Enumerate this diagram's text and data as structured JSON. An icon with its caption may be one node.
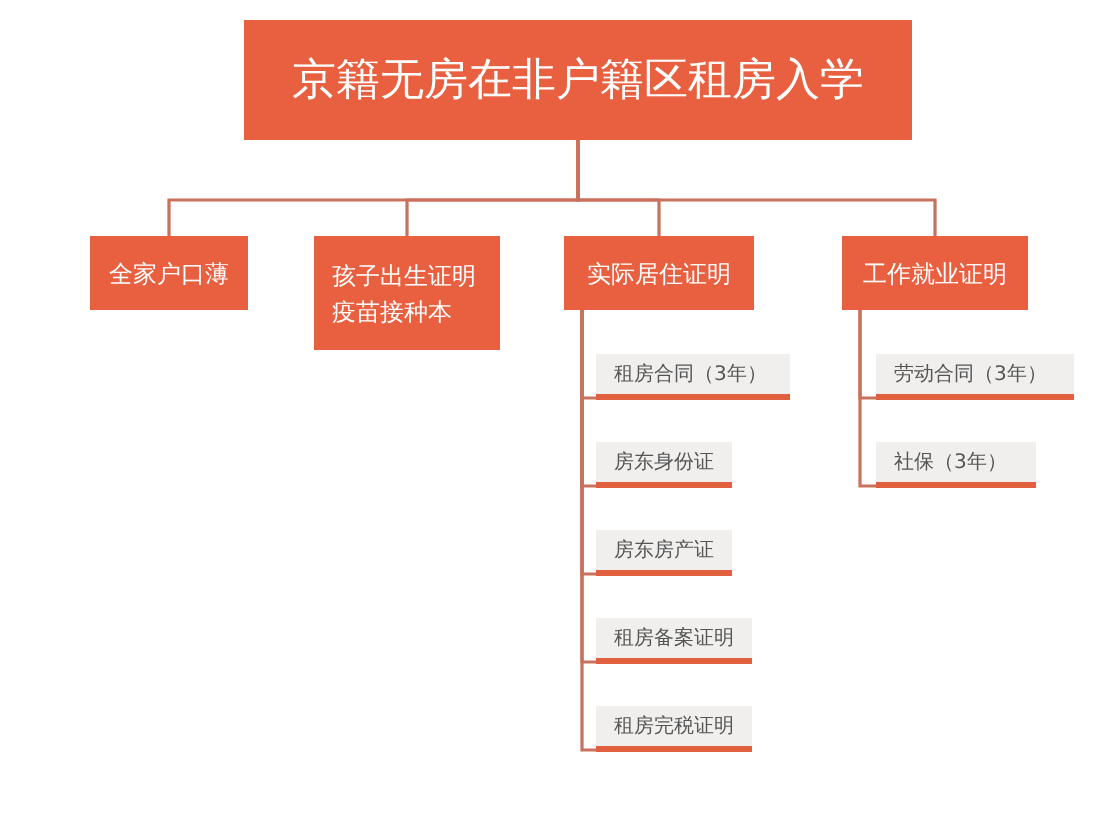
{
  "diagram": {
    "nodes": [
      {
        "text": [
          "京籍无房在非户籍区租房入学"
        ]
      },
      {
        "text": [
          "全家户口薄"
        ]
      },
      {
        "text": [
          "孩子出生证明",
          "疫苗接种本"
        ]
      },
      {
        "text": [
          "实际居住证明"
        ]
      },
      {
        "text": [
          "工作就业证明"
        ]
      },
      {
        "text": [
          "租房合同（3年）"
        ]
      },
      {
        "text": [
          "房东身份证"
        ]
      },
      {
        "text": [
          "房东房产证"
        ]
      },
      {
        "text": [
          "租房备案证明"
        ]
      },
      {
        "text": [
          "租房完税证明"
        ]
      },
      {
        "text": [
          "劳动合同（3年）"
        ]
      },
      {
        "text": [
          "社保（3年）"
        ]
      }
    ],
    "edges": [
      {
        "from": 0,
        "to": 1,
        "arrow": "none"
      },
      {
        "from": 0,
        "to": 2,
        "arrow": "none"
      },
      {
        "from": 0,
        "to": 3,
        "arrow": "none"
      },
      {
        "from": 0,
        "to": 4,
        "arrow": "none"
      },
      {
        "from": 3,
        "to": 5,
        "arrow": "none"
      },
      {
        "from": 3,
        "to": 6,
        "arrow": "none"
      },
      {
        "from": 3,
        "to": 7,
        "arrow": "none"
      },
      {
        "from": 3,
        "to": 8,
        "arrow": "none"
      },
      {
        "from": 3,
        "to": 9,
        "arrow": "none"
      },
      {
        "from": 4,
        "to": 10,
        "arrow": "none"
      },
      {
        "from": 4,
        "to": 11,
        "arrow": "none"
      }
    ]
  }
}
